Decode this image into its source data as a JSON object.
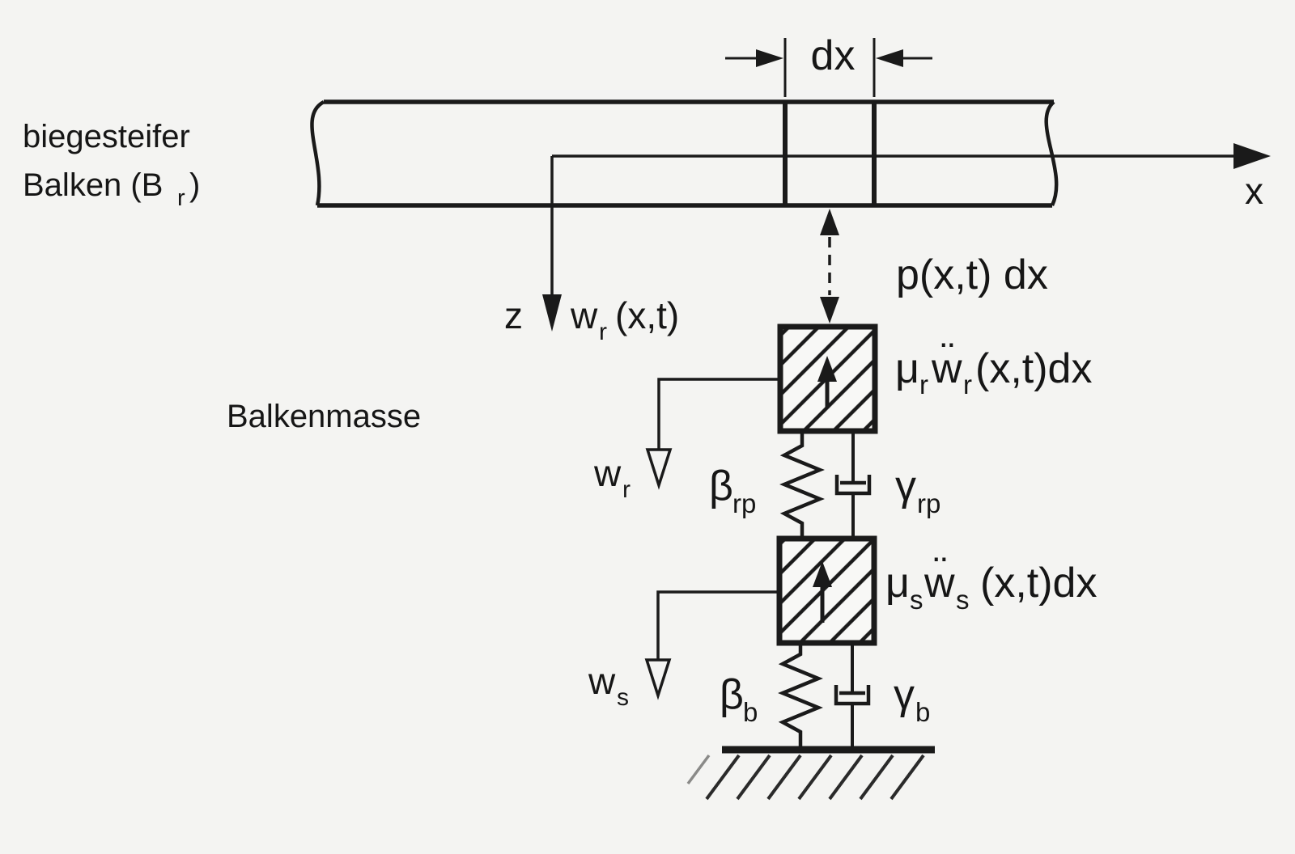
{
  "page": {
    "background": "#f4f4f2",
    "ink": "#1a1a1a"
  },
  "diagram": {
    "beam_label": {
      "line1": "biegesteifer",
      "line2_pre": "Balken (B",
      "line2_sub": "r",
      "line2_post": ")"
    },
    "mass_label": "Balkenmasse",
    "dx_dim": "dx",
    "axis_x": "x",
    "axis_z": "z",
    "deflection_axis": {
      "base": "w",
      "sub": "r",
      "args": "(x,t)"
    },
    "load": "p(x,t) dx",
    "inertia_rail": {
      "mu": "μ",
      "mu_sub": "r",
      "w": "w",
      "ddot": "¨",
      "w_sub": "r",
      "args": "(x,t)dx"
    },
    "inertia_sleeper": {
      "mu": "μ",
      "mu_sub": "s",
      "w": "w",
      "ddot": "¨",
      "w_sub": "s",
      "args": "(x,t)dx"
    },
    "marker_wr": {
      "base": "w",
      "sub": "r"
    },
    "marker_ws": {
      "base": "w",
      "sub": "s"
    },
    "spring_pad": {
      "base": "β",
      "sub": "rp"
    },
    "damper_pad": {
      "base": "γ",
      "sub": "rp"
    },
    "spring_ballast": {
      "base": "β",
      "sub": "b"
    },
    "damper_ballast": {
      "base": "γ",
      "sub": "b"
    }
  }
}
